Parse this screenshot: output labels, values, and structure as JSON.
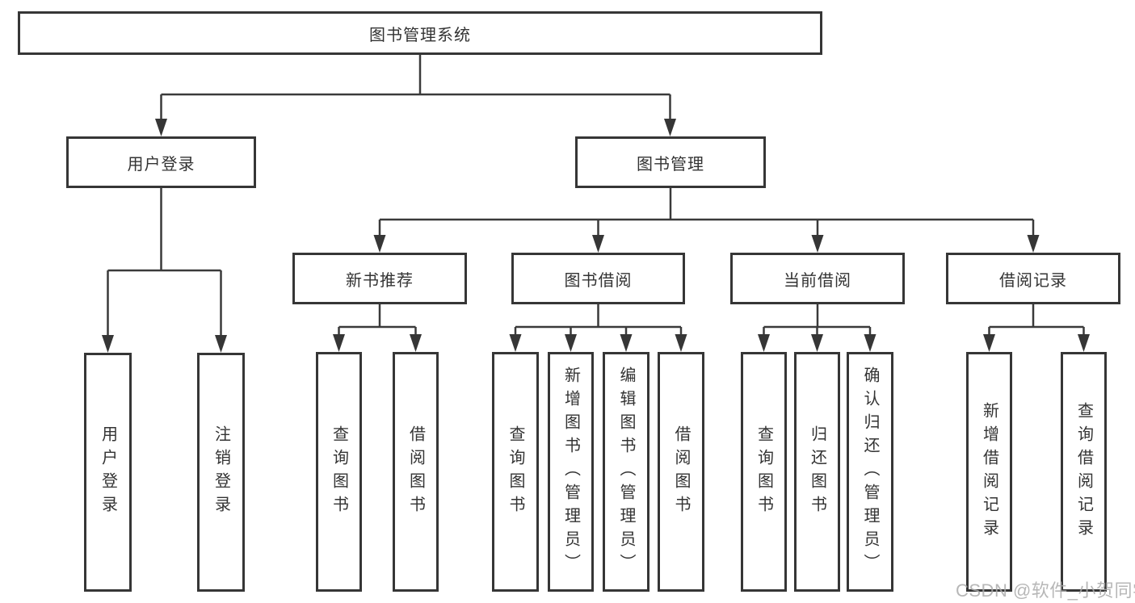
{
  "diagram": {
    "type": "hierarchy-tree",
    "watermark": "CSDN @软件_小贺同学",
    "colors": {
      "line": "#3a3a3a",
      "box_border": "#363636",
      "text": "#333333",
      "watermark": "#aaaaaa",
      "background": "#ffffff"
    },
    "tree": {
      "label": "图书管理系统",
      "children": [
        {
          "label": "用户登录",
          "children": [
            {
              "label": "用户登录"
            },
            {
              "label": "注销登录"
            }
          ]
        },
        {
          "label": "图书管理",
          "children": [
            {
              "label": "新书推荐",
              "children": [
                {
                  "label": "查询图书"
                },
                {
                  "label": "借阅图书"
                }
              ]
            },
            {
              "label": "图书借阅",
              "children": [
                {
                  "label": "查询图书"
                },
                {
                  "label": "新增图书（管理员）"
                },
                {
                  "label": "编辑图书（管理员）"
                },
                {
                  "label": "借阅图书"
                }
              ]
            },
            {
              "label": "当前借阅",
              "children": [
                {
                  "label": "查询图书"
                },
                {
                  "label": "归还图书"
                },
                {
                  "label": "确认归还（管理员）"
                }
              ]
            },
            {
              "label": "借阅记录",
              "children": [
                {
                  "label": "新增借阅记录"
                },
                {
                  "label": "查询借阅记录"
                }
              ]
            }
          ]
        }
      ]
    }
  }
}
